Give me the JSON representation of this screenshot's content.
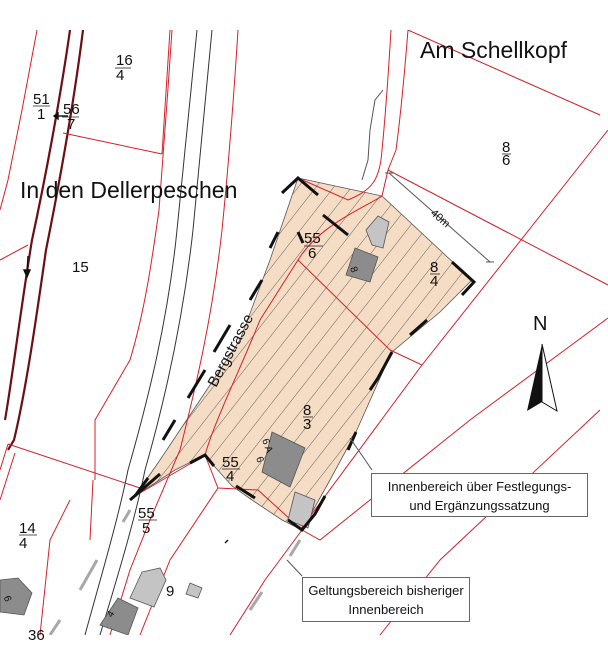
{
  "map": {
    "type": "cadastral site plan",
    "colors": {
      "parcel_line": "#d4202a",
      "road_edge": "#6b0f14",
      "area_fill": "#f5dcc4",
      "hatch": "#444444",
      "building_dark": "#8c8c8c",
      "building_light": "#c4c4c4",
      "boundary_marker": "#111111",
      "old_boundary_marker": "#a8a8a8"
    },
    "street_names": {
      "am_schellkopf": "Am Schellkopf",
      "in_den_dellerpeschen": "In den Dellerpeschen",
      "bergstrasse": "Bergstrasse"
    },
    "parcels": [
      {
        "id": "16-4",
        "num": "16",
        "den": "4"
      },
      {
        "id": "51-1",
        "num": "51",
        "den": "1"
      },
      {
        "id": "56-7",
        "num": "56",
        "den": "7"
      },
      {
        "id": "8-6",
        "num": "8",
        "den": "6"
      },
      {
        "id": "55-6",
        "num": "55",
        "den": "6"
      },
      {
        "id": "8-4",
        "num": "8",
        "den": "4"
      },
      {
        "id": "8-3",
        "num": "8",
        "den": "3"
      },
      {
        "id": "55-4",
        "num": "55",
        "den": "4"
      },
      {
        "id": "55-5",
        "num": "55",
        "den": "5"
      },
      {
        "id": "14-4",
        "num": "14",
        "den": "4"
      }
    ],
    "plain_numbers": {
      "n15": "15",
      "n9": "9",
      "n36": "36"
    },
    "house_numbers": {
      "h8": "8",
      "h6a": "6 A",
      "h6": "6",
      "h9": "9",
      "h4": "4"
    },
    "scale": {
      "label": "40m"
    },
    "north_arrow": {
      "label": "N"
    }
  },
  "legend": {
    "innenbereich_line1": "Innenbereich über Festlegungs-",
    "innenbereich_line2": "und Ergänzungssatzung",
    "geltungsbereich_line1": "Geltungsbereich bisheriger",
    "geltungsbereich_line2": "Innenbereich"
  }
}
